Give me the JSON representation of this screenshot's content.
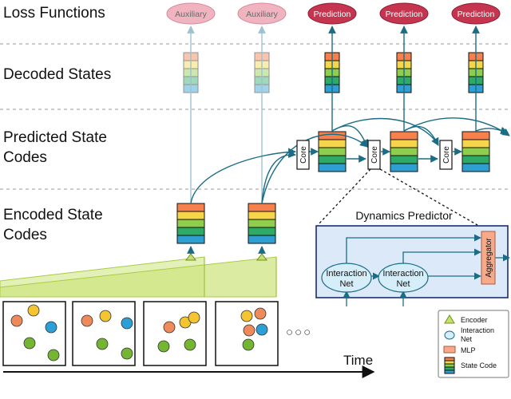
{
  "rows": {
    "loss": "Loss Functions",
    "decoded": "Decoded States",
    "predicted_1": "Predicted State",
    "predicted_2": "Codes",
    "encoded_1": "Encoded State",
    "encoded_2": "Codes"
  },
  "loss_nodes": {
    "auxiliary": "Auxiliary",
    "prediction": "Prediction"
  },
  "core_label": "Core",
  "dynamics": {
    "title": "Dynamics Predictor",
    "interaction_net_1": "Interaction",
    "interaction_net_2": "Net",
    "aggregator": "Aggregator"
  },
  "ellipsis": "○○○",
  "time_label": "Time",
  "legend": {
    "encoder": "Encoder",
    "interaction_net_1": "Interaction",
    "interaction_net_2": "Net",
    "mlp": "MLP",
    "state_code": "State Code"
  },
  "colors": {
    "arrow": "#1b6d85",
    "prediction_fill": "#c6354f",
    "auxiliary_fill": "#f0b4c0",
    "encoder_fill": "#c5e06c",
    "interaction_fill": "#d6eefa",
    "mlp_fill": "#f8a98a",
    "dynamics_panel": "#dce9f8",
    "state_code": [
      "#f6814d",
      "#f5d64b",
      "#8fcd4c",
      "#2eaa67",
      "#2f9fd1"
    ],
    "balls": [
      "#ef8a5a",
      "#f4c431",
      "#2c9fd6",
      "#74b632"
    ]
  }
}
